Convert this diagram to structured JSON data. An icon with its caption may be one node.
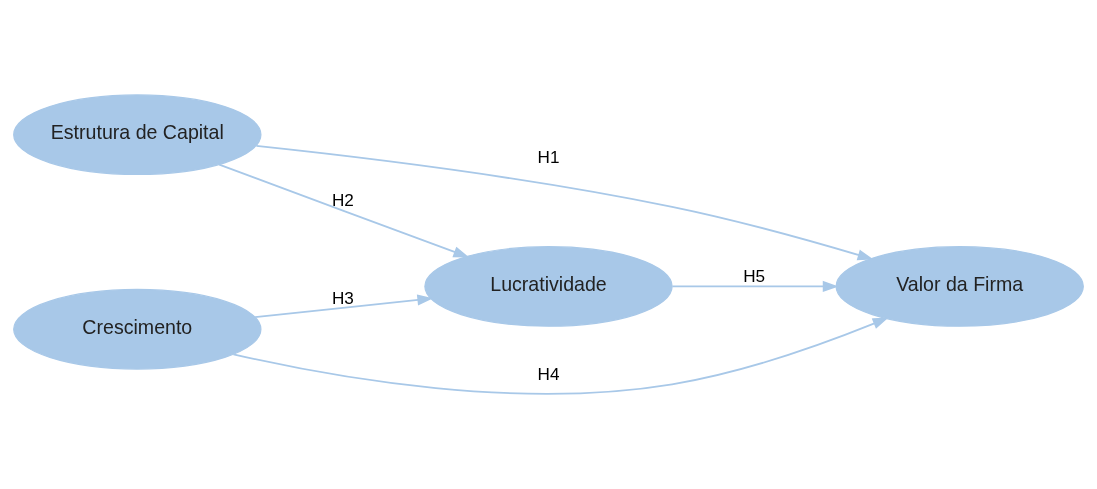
{
  "diagram": {
    "nodes": [
      {
        "text": [
          "Estrutura de Capital"
        ]
      },
      {
        "text": [
          "Lucratividade"
        ]
      },
      {
        "text": [
          "Valor da Firma"
        ]
      },
      {
        "text": [
          "Crescimento"
        ]
      }
    ],
    "edges": [
      {
        "from": 0,
        "to": 2,
        "arrow": "to",
        "label": "H1"
      },
      {
        "from": 0,
        "to": 1,
        "arrow": "to",
        "label": "H2"
      },
      {
        "from": 3,
        "to": 1,
        "arrow": "to",
        "label": "H3"
      },
      {
        "from": 3,
        "to": 2,
        "arrow": "to",
        "label": "H4"
      },
      {
        "from": 1,
        "to": 2,
        "arrow": "to",
        "label": "H5"
      }
    ]
  }
}
